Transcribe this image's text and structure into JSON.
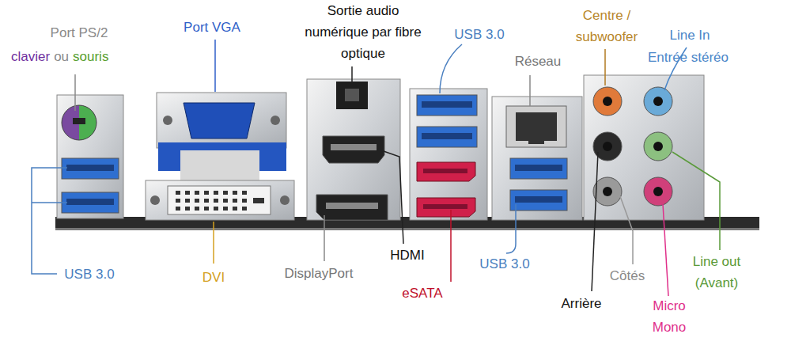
{
  "diagram": {
    "labels": [
      "Port PS/2",
      "clavier",
      "ou",
      "souris",
      "Port VGA",
      "Sortie audio numérique par fibre optique",
      "USB 3.0",
      "Réseau",
      "Centre / subwoofer",
      "Line In",
      "Entrée stéréo",
      "USB 3.0",
      "DVI",
      "DisplayPort",
      "HDMI",
      "eSATA",
      "USB 3.0",
      "Côtés",
      "Arrière",
      "Line out (Avant)",
      "Micro Mono"
    ]
  }
}
